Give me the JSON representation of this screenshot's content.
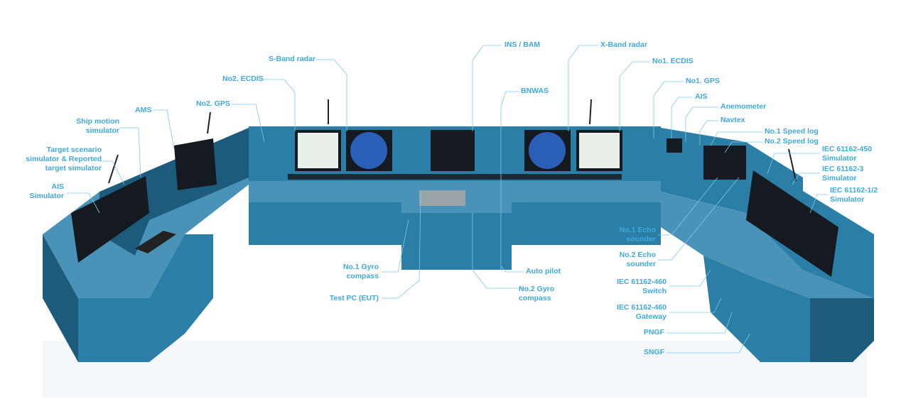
{
  "colors": {
    "label": "#3ea9dc",
    "console": "#2b7ea6",
    "console_dark": "#1d5b7d",
    "console_top": "#4a93b8",
    "screen": "#141a20"
  },
  "labels": {
    "ais_simulator": "AIS\nSimulator",
    "target_scenario": "Target scenario\nsimulator & Reported\ntarget simulator",
    "ship_motion": "Ship motion\nsimulator",
    "ams": "AMS",
    "no2_gps": "No2. GPS",
    "no2_ecdis": "No2. ECDIS",
    "s_band_radar": "S-Band radar",
    "ins_bam": "INS / BAM",
    "bnwas": "BNWAS",
    "x_band_radar": "X-Band radar",
    "no1_ecdis": "No1. ECDIS",
    "no1_gps": "No1. GPS",
    "ais": "AIS",
    "anemometer": "Anemometer",
    "navtex": "Navtex",
    "no1_speed_log": "No.1 Speed log",
    "no2_speed_log": "No.2 Speed log",
    "iec_450": "IEC 61162-450\nSimulator",
    "iec_3": "IEC 61162-3\nSimulator",
    "iec_1_2": "IEC 61162-1/2\nSimulator",
    "no1_echo": "No.1 Echo\nsounder",
    "no2_echo": "No.2 Echo\nsounder",
    "iec_460_switch": "IEC 61162-460\nSwitch",
    "iec_460_gateway": "IEC 61162-460\nGateway",
    "pngf": "PNGF",
    "sngf": "SNGF",
    "no1_gyro": "No.1 Gyro\ncompass",
    "test_pc": "Test PC (EUT)",
    "auto_pilot": "Auto pilot",
    "no2_gyro": "No.2 Gyro\ncompass"
  }
}
